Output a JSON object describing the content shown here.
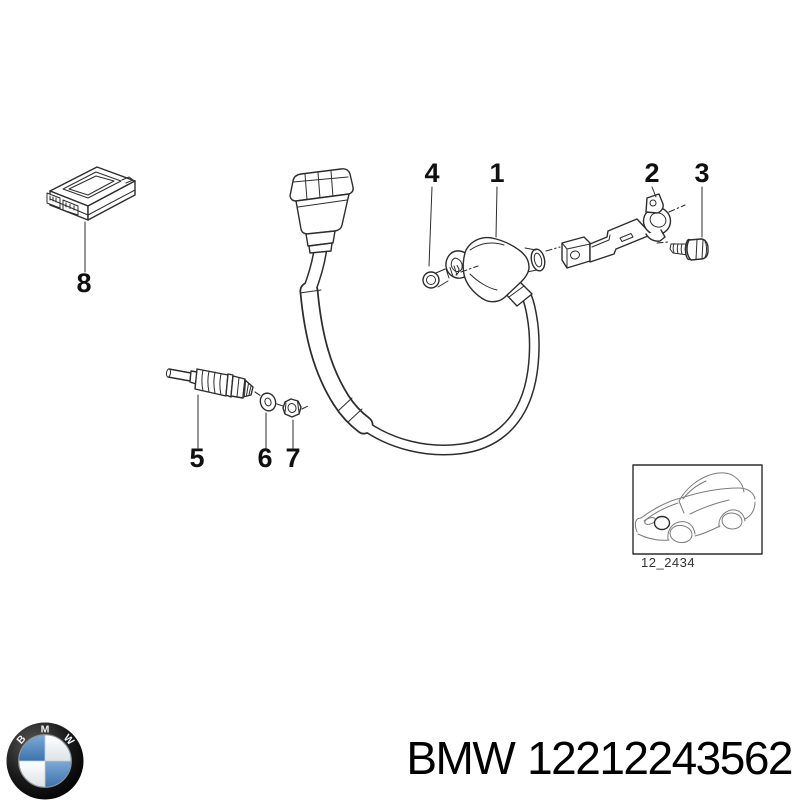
{
  "drawing": {
    "line_color": "#2d2d2d",
    "callouts": [
      "1",
      "2",
      "3",
      "4",
      "5",
      "6",
      "7",
      "8"
    ]
  },
  "thumbnail": {
    "code": "12_2434"
  },
  "footer": {
    "brand": "BMW",
    "part_number": "12212243562"
  },
  "logo": {
    "letters": "BMW",
    "ring": "#111111",
    "blue": "#4c84c0",
    "white": "#ffffff"
  }
}
